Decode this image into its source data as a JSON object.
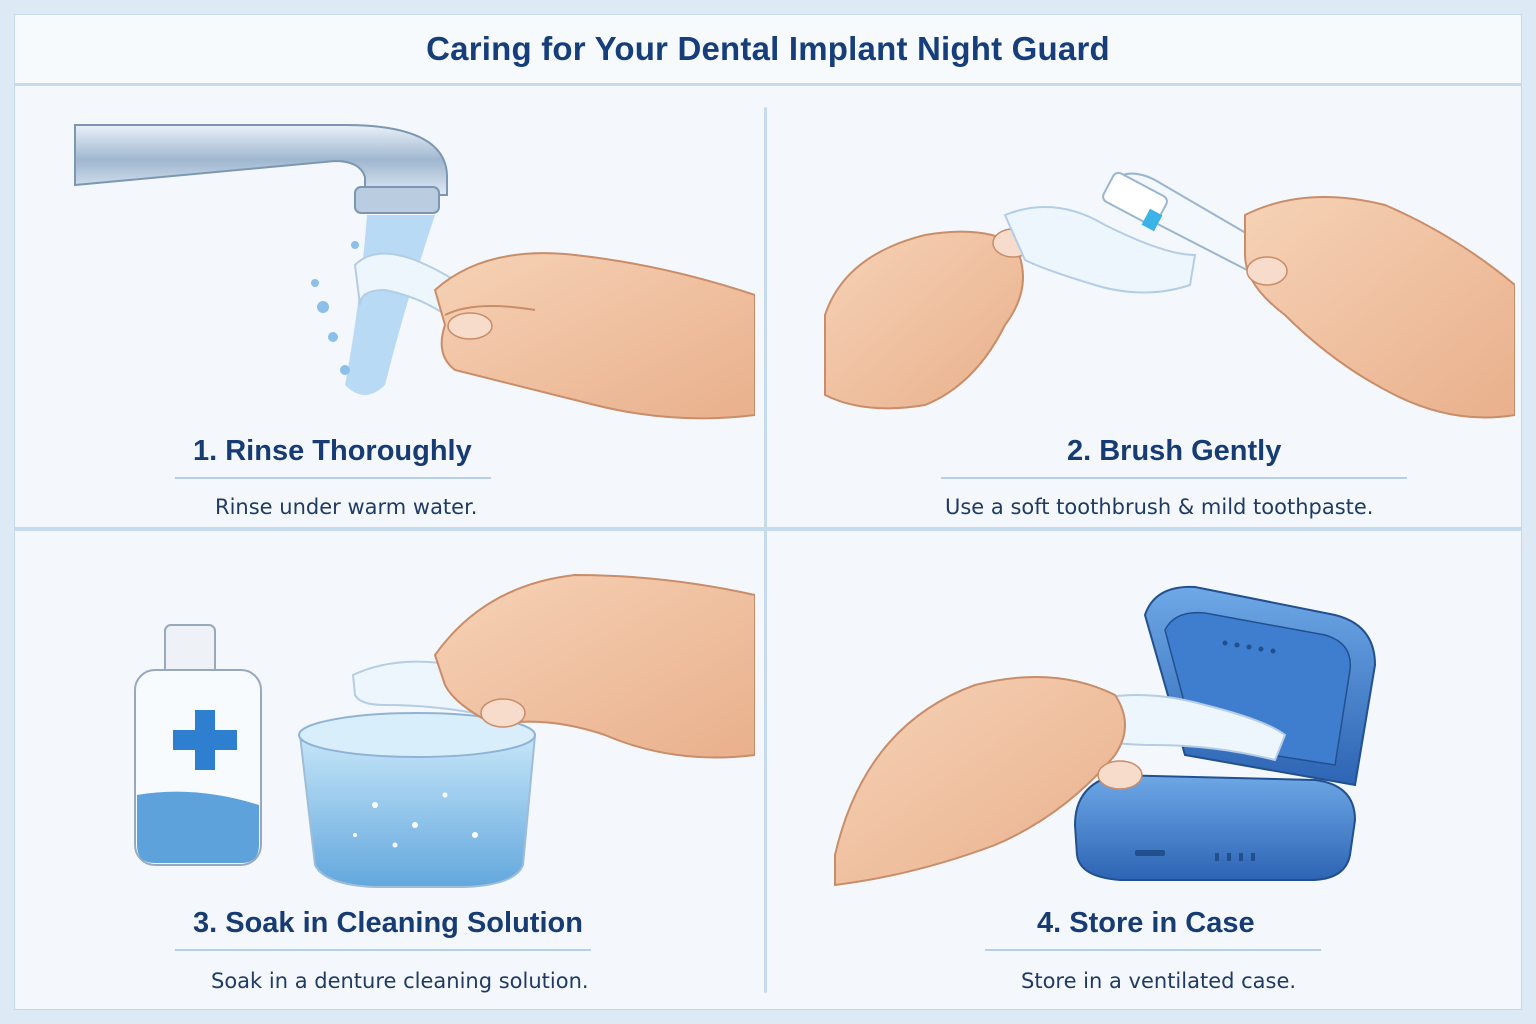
{
  "header": {
    "title": "Caring for Your Dental Implant Night Guard"
  },
  "steps": [
    {
      "title": "1. Rinse Thoroughly",
      "description": "Rinse under warm water."
    },
    {
      "title": "2. Brush Gently",
      "description": "Use a soft toothbrush & mild toothpaste."
    },
    {
      "title": "3. Soak in Cleaning Solution",
      "description": "Soak in a denture cleaning solution."
    },
    {
      "title": "4. Store in Case",
      "description": "Store in a ventilated case."
    }
  ],
  "icons": {
    "step1": [
      "faucet-icon",
      "water-stream-icon",
      "hand-icon",
      "night-guard-icon"
    ],
    "step2": [
      "hand-icon",
      "night-guard-icon",
      "toothbrush-icon"
    ],
    "step3": [
      "solution-bottle-icon",
      "glass-bowl-icon",
      "hand-icon",
      "night-guard-icon"
    ],
    "step4": [
      "hand-icon",
      "night-guard-icon",
      "storage-case-icon"
    ]
  },
  "colors": {
    "title": "#163e7a",
    "skin": "#f2c4a4",
    "water": "#7fb7e6",
    "case": "#3a79c9",
    "cross": "#2f7fd0"
  }
}
